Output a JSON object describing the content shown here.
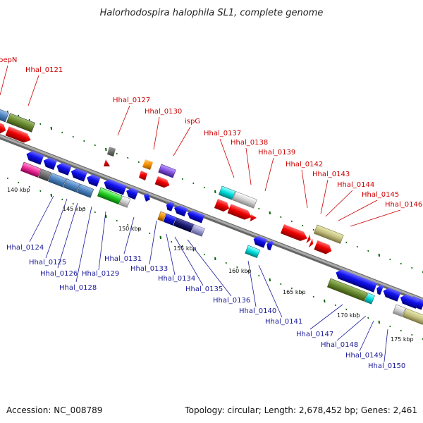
{
  "header": {
    "title": "Halorhodospira halophila SL1, complete genome"
  },
  "footer": {
    "accession": "Accession: NC_008789",
    "topology": "Topology: circular; Length: 2,678,452 bp; Genes: 2,461"
  },
  "kbp_labels": [
    "140 kbp",
    "145 kbp",
    "150 kbp",
    "155 kbp",
    "160 kbp",
    "165 kbp",
    "170 kbp",
    "175 kbp"
  ],
  "red_labels": [
    "pepN",
    "Hhal_0121",
    "Hhal_0127",
    "Hhal_0130",
    "ispG",
    "Hhal_0137",
    "Hhal_0138",
    "Hhal_0139",
    "Hhal_0142",
    "Hhal_0143",
    "Hhal_0144",
    "Hhal_0145",
    "Hhal_0146"
  ],
  "blue_labels": [
    "Hhal_0124",
    "Hhal_0125",
    "Hhal_0126",
    "Hhal_0128",
    "Hhal_0129",
    "Hhal_0131",
    "Hhal_0133",
    "Hhal_0134",
    "Hhal_0135",
    "Hhal_0136",
    "Hhal_0140",
    "Hhal_0141",
    "Hhal_0147",
    "Hhal_0148",
    "Hhal_0149",
    "Hhal_0150"
  ],
  "colors": {
    "forward_strand": "#e00000",
    "reverse_strand": "#1010dd",
    "backbone": "#8c8c8c",
    "tick": "#006400",
    "label_red": "#cc0000",
    "label_blue": "#1a1a99"
  }
}
